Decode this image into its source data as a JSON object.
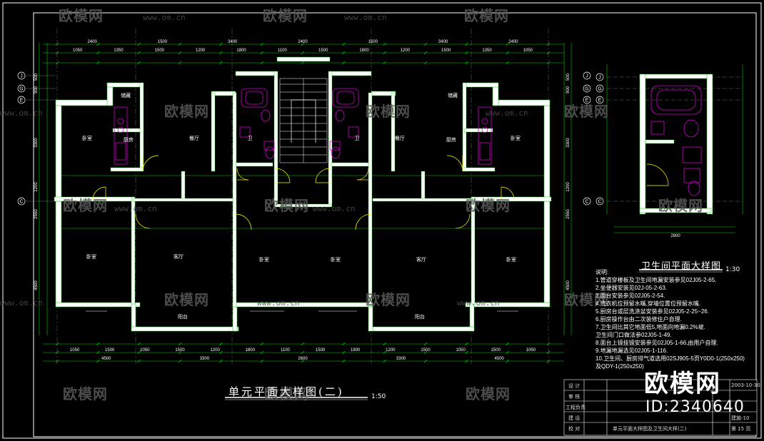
{
  "drawing": {
    "title": "单元平面大样图(二)",
    "scale": "1:50",
    "detail_title": "卫生间平面大样图",
    "detail_scale": "1:30",
    "notes_heading": "说明:",
    "notes": [
      "1.管道穿楼板及卫生间地漏安装参见02J05-2-65.",
      "2.坐便器安装见02J-05-2-63.",
      "3.面台安装参见02J05-2-54.",
      "4.洗衣机位预留水嘴,穿墙位置位预留水嘴.",
      "5.厨房台或层洗涤盆安装参见02J05-2-25~26.",
      "6.厨房操作台由二次装修住户自理.",
      "7.卫生间比其它地面低5,地面向地漏0.2%坡.",
      "  卫生间门口做法参02J05-1-49.",
      "8.面台上镜挂镜安装参见02J05-1-66,由用户自理.",
      "9.地漏地漏选见02J05-1-116.",
      "10.卫生间、厨房排气道选用02SJ905-5页Y0D0-1(250x250)",
      "   及QDY-1(250x250)"
    ]
  },
  "watermark": {
    "brand": "欧模网",
    "id_text": "ID:2340640",
    "url": "www.om.cn"
  },
  "rooms": [
    {
      "label": "卧室",
      "id": "bed-left-top"
    },
    {
      "label": "储藏",
      "id": "store-left"
    },
    {
      "label": "厨房",
      "id": "kitchen-left"
    },
    {
      "label": "餐厅",
      "id": "dining-left"
    },
    {
      "label": "卫",
      "id": "wc-left"
    },
    {
      "label": "卫",
      "id": "wc-right"
    },
    {
      "label": "餐厅",
      "id": "dining-right"
    },
    {
      "label": "储藏",
      "id": "store-right"
    },
    {
      "label": "厨房",
      "id": "kitchen-right"
    },
    {
      "label": "卧室",
      "id": "bed-right-top"
    },
    {
      "label": "卧室",
      "id": "bed-left-bottom"
    },
    {
      "label": "客厅",
      "id": "living-left"
    },
    {
      "label": "卧室",
      "id": "bed-mid-left"
    },
    {
      "label": "卧室",
      "id": "bed-mid-right"
    },
    {
      "label": "客厅",
      "id": "living-right"
    },
    {
      "label": "卧室",
      "id": "bed-right-bottom"
    },
    {
      "label": "阳台",
      "id": "balcony-left"
    },
    {
      "label": "阳台",
      "id": "balcony-right"
    }
  ],
  "dims": {
    "top_row1": [
      "2400",
      "1500",
      "3400",
      "2400",
      "1500",
      "3400",
      "2400"
    ],
    "top_row2": [
      "1050",
      "1350",
      "1500",
      "1200",
      "1800",
      "1100",
      "1500",
      "1800",
      "1200",
      "1500",
      "1350",
      "1050"
    ],
    "bottom_row1": [
      "1050",
      "1500",
      "1050",
      "1500",
      "1200",
      "1800",
      "1100",
      "1500",
      "1800",
      "1200",
      "1500",
      "1050",
      "1500",
      "1050"
    ],
    "bottom_row2": [
      "4500",
      "3300",
      "2600",
      "3300",
      "4500"
    ],
    "left_side": [
      "500",
      "900",
      "3300",
      "1200",
      "2550",
      "4500"
    ],
    "detail_bottom": "2800"
  },
  "axes": {
    "left": [
      "J",
      "G",
      "E",
      "C"
    ],
    "right": [
      "J",
      "G",
      "E",
      "C"
    ],
    "detail": [
      "J",
      "G",
      "E",
      "C"
    ]
  },
  "title_block": {
    "rows": [
      "设 计",
      "审 核",
      "工程负责",
      "建 设",
      "校 对"
    ],
    "drawing_name": "单元平面大样图及卫生间大样(二)",
    "date": "2003-10-30",
    "sheet": "建施-10",
    "page": "第 15 页"
  },
  "colors": {
    "background": "#000000",
    "wall_fill": "#ffffff",
    "wall_hatch": "#00c000",
    "dimension": "#00d000",
    "text": "#ffffff",
    "fixture": "#d000d0",
    "door": "#ffff00",
    "axis_circle": "#00e0e0"
  }
}
